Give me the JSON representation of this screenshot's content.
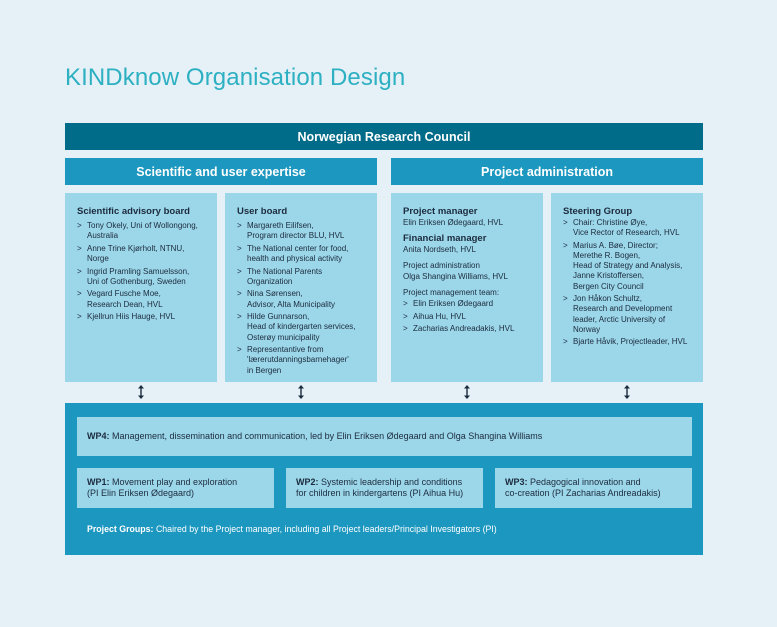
{
  "title": "KINDknow Organisation Design",
  "top_bar": "Norwegian Research Council",
  "sections": {
    "left": "Scientific and user expertise",
    "right": "Project administration"
  },
  "scientific_advisory_board": {
    "heading": "Scientific advisory board",
    "items": [
      "Tony Okely, Uni of Wollongong,\nAustralia",
      "Anne Trine Kjørholt, NTNU, Norge",
      "Ingrid Pramling Samuelsson,\nUni of Gothenburg, Sweden",
      "Vegard Fusche Moe,\nResearch Dean, HVL",
      "Kjellrun Hiis Hauge, HVL"
    ]
  },
  "user_board": {
    "heading": "User board",
    "items": [
      "Margareth Eilifsen,\nProgram director BLU, HVL",
      "The National center for food,\nhealth and physical activity",
      "The National Parents\nOrganization",
      "Nina Sørensen,\nAdvisor, Alta Municipality",
      "Hilde Gunnarson,\nHead of kindergarten services,\nOsterøy municipality",
      "Representantive from\n'lærerutdanningsbarnehager'\nin Bergen"
    ]
  },
  "project_admin": {
    "pm_heading": "Project manager",
    "pm_name": "Elin Eriksen Ødegaard, HVL",
    "fm_heading": "Financial manager",
    "fm_name": "Anita Nordseth, HVL",
    "admin_label": "Project administration",
    "admin_name": "Olga Shangina Williams, HVL",
    "team_label": "Project management team:",
    "team": [
      "Elin Eriksen Ødegaard",
      "Aihua Hu, HVL",
      "Zacharias Andreadakis, HVL"
    ]
  },
  "steering_group": {
    "heading": "Steering Group",
    "items": [
      "Chair: Christine Øye,\nVice Rector of Research, HVL",
      "Marius A. Bøe, Director;\nMerethe R. Bogen,\nHead of Strategy and Analysis,\nJanne Kristoffersen,\nBergen City Council",
      "Jon Håkon Schultz,\nResearch and Development\nleader, Arctic University of\nNorway",
      "Bjarte Håvik, Projectleader, HVL"
    ]
  },
  "work_packages": {
    "wp4_label": "WP4:",
    "wp4_text": "Management, dissemination and communication, led by Elin Eriksen Ødegaard and Olga Shangina Williams",
    "wp1_label": "WP1:",
    "wp1_text": "Movement play and exploration\n(PI Elin Eriksen Ødegaard)",
    "wp2_label": "WP2:",
    "wp2_text": "Systemic leadership and conditions\nfor children in kindergartens (PI Aihua Hu)",
    "wp3_label": "WP3:",
    "wp3_text": "Pedagogical innovation and\nco-creation (PI Zacharias Andreadakis)",
    "groups_label": "Project Groups:",
    "groups_text": "Chaired by the Project manager, including all Project leaders/Principal Investigators (PI)"
  },
  "colors": {
    "background": "#e6f1f7",
    "title": "#2cb0c2",
    "dark_bar": "#006c89",
    "section_bar": "#1c97bf",
    "box": "#9cd6e9"
  }
}
